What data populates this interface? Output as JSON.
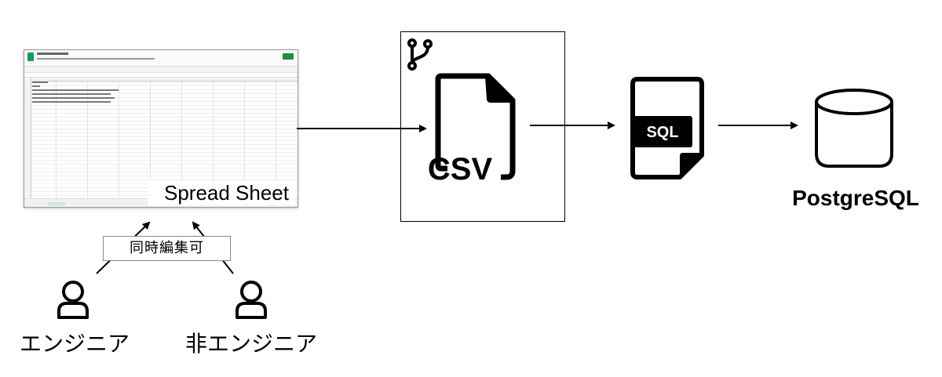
{
  "spreadsheet": {
    "label": "Spread Sheet"
  },
  "git": {
    "icon": "git-branch-icon"
  },
  "csv": {
    "icon": "csv-file-icon",
    "label": "CSV"
  },
  "sql": {
    "icon": "sql-file-icon",
    "label": "SQL"
  },
  "database": {
    "icon": "database-icon",
    "label": "PostgreSQL"
  },
  "collab": {
    "label": "同時編集可"
  },
  "users": [
    {
      "icon": "user-icon",
      "label": "エンジニア"
    },
    {
      "icon": "user-icon",
      "label": "非エンジニア"
    }
  ]
}
